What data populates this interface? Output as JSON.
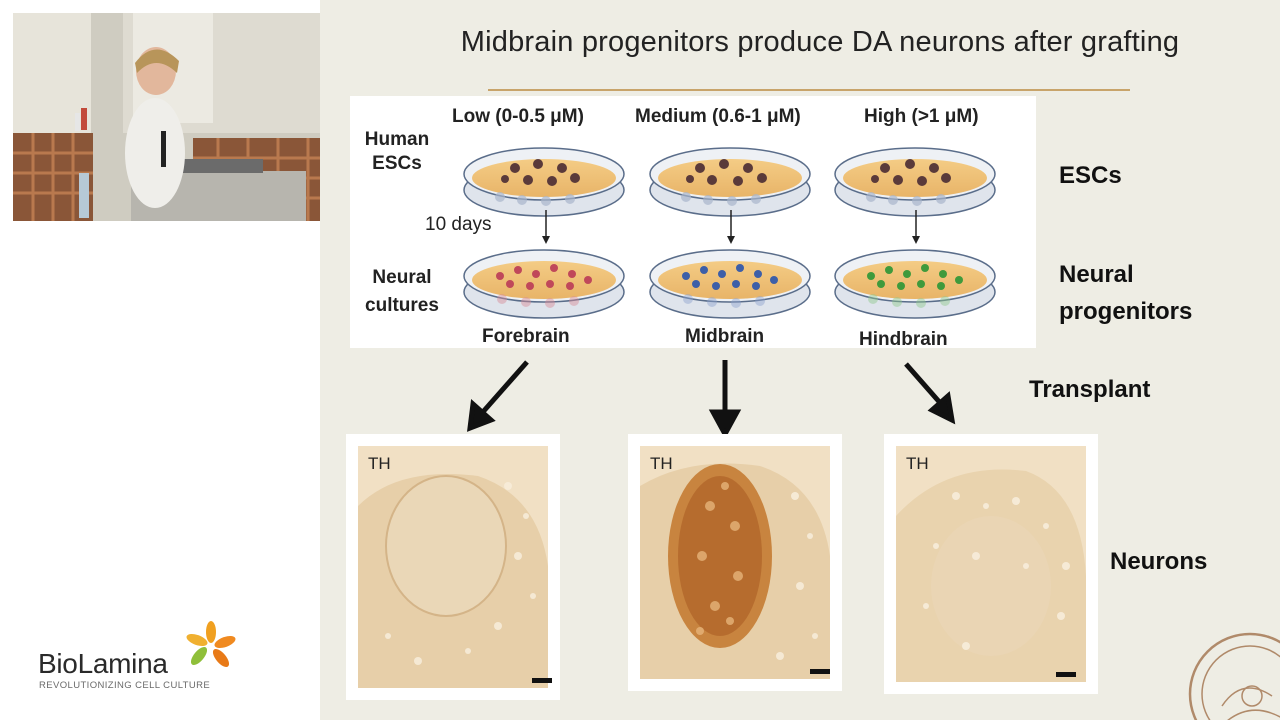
{
  "slide": {
    "title": "Midbrain progenitors produce DA neurons after grafting",
    "diagram": {
      "concentrations": [
        {
          "label": "Low (0-0.5 μM)"
        },
        {
          "label": "Medium (0.6-1 μM)"
        },
        {
          "label": "High (>1 μM)"
        }
      ],
      "row_labels": {
        "top": "Human\nESCs",
        "time": "10 days",
        "bottom": "Neural\ncultures"
      },
      "regions": [
        "Forebrain",
        "Midbrain",
        "Hindbrain"
      ]
    },
    "side_labels": {
      "escs": "ESCs",
      "progenitors": "Neural\nprogenitors",
      "transplant": "Transplant",
      "neurons": "Neurons"
    },
    "panels": [
      {
        "stain": "TH"
      },
      {
        "stain": "TH"
      },
      {
        "stain": "TH"
      }
    ],
    "colors": {
      "background": "#eeede4",
      "title_rule": "#c8a46a",
      "forebrain_cells": "#c0485a",
      "midbrain_cells": "#3d5fa8",
      "hindbrain_cells": "#3f9a3c",
      "esc_cells": "#5a3a3a",
      "stain": "#b0642a"
    }
  },
  "logo": {
    "name_prefix": "Bio",
    "name_suffix": "Lamina",
    "tagline": "REVOLUTIONIZING CELL CULTURE"
  }
}
